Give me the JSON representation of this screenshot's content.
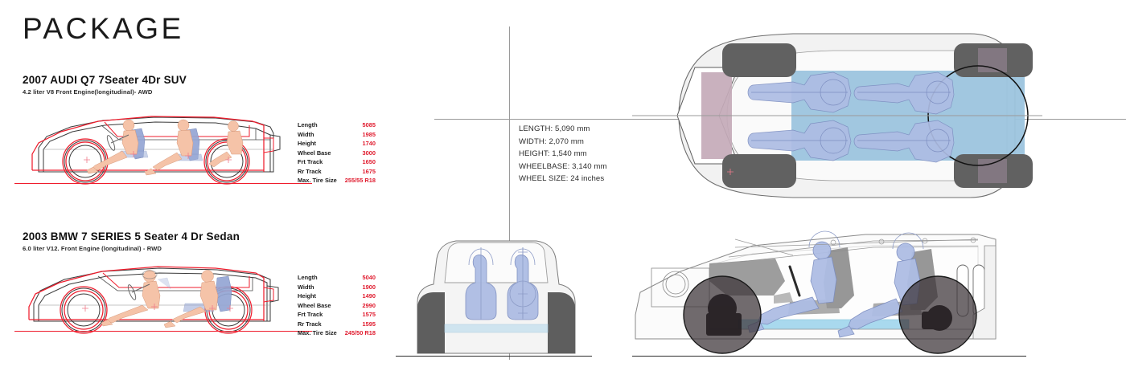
{
  "header": {
    "title": "PACKAGE"
  },
  "benchmarks": [
    {
      "name": "2007 AUDI Q7 7Seater 4Dr SUV",
      "subtitle": "4.2 liter V8 Front Engine(longitudinal)- AWD",
      "spec_rows": [
        {
          "label": "Length",
          "value": "5085"
        },
        {
          "label": "Width",
          "value": "1985"
        },
        {
          "label": "Height",
          "value": "1740"
        },
        {
          "label": "Wheel Base",
          "value": "3000"
        },
        {
          "label": "Frt Track",
          "value": "1650"
        },
        {
          "label": "Rr  Track",
          "value": "1675"
        },
        {
          "label": "Max. Tire Size",
          "value": "255/55 R18"
        }
      ]
    },
    {
      "name": "2003 BMW 7 SERIES 5 Seater 4 Dr Sedan",
      "subtitle": "6.0 liter V12. Front Engine (longitudinal) - RWD",
      "spec_rows": [
        {
          "label": "Length",
          "value": "5040"
        },
        {
          "label": "Width",
          "value": "1900"
        },
        {
          "label": "Height",
          "value": "1490"
        },
        {
          "label": "Wheel Base",
          "value": "2990"
        },
        {
          "label": "Frt Track",
          "value": "1575"
        },
        {
          "label": "Rr  Track",
          "value": "1595"
        },
        {
          "label": "Max. Tire Size",
          "value": "245/50 R18"
        }
      ]
    }
  ],
  "concept": {
    "spec_lines": [
      "LENGTH: 5,090 mm",
      "WIDTH: 2,070 mm",
      "HEIGHT: 1,540 mm",
      "WHEELBASE: 3,140 mm",
      "WHEEL SIZE: 24 inches"
    ]
  },
  "colors": {
    "accent_red": "#ef1d2d",
    "spec_value_red": "#e01b2e",
    "manikin_skin": "#f5c3a8",
    "manikin_blue": "#aebde4",
    "seat_blue": "#94a6d4",
    "cabin_floor_blue": "#9cc4de",
    "battery_blue": "#a9d9ee",
    "wheel_grey": "#616161",
    "body_grey": "#efefef",
    "mauve": "#c4aab8",
    "outline_dark": "#3a3a3a",
    "ground_dark": "#2b2b2b"
  },
  "views": {
    "top_view": "concept-top-view",
    "front_view": "concept-front-view",
    "side_view": "concept-side-view",
    "audi_side_view": "audi-q7-side-package-view",
    "bmw_side_view": "bmw-7-side-package-view"
  }
}
